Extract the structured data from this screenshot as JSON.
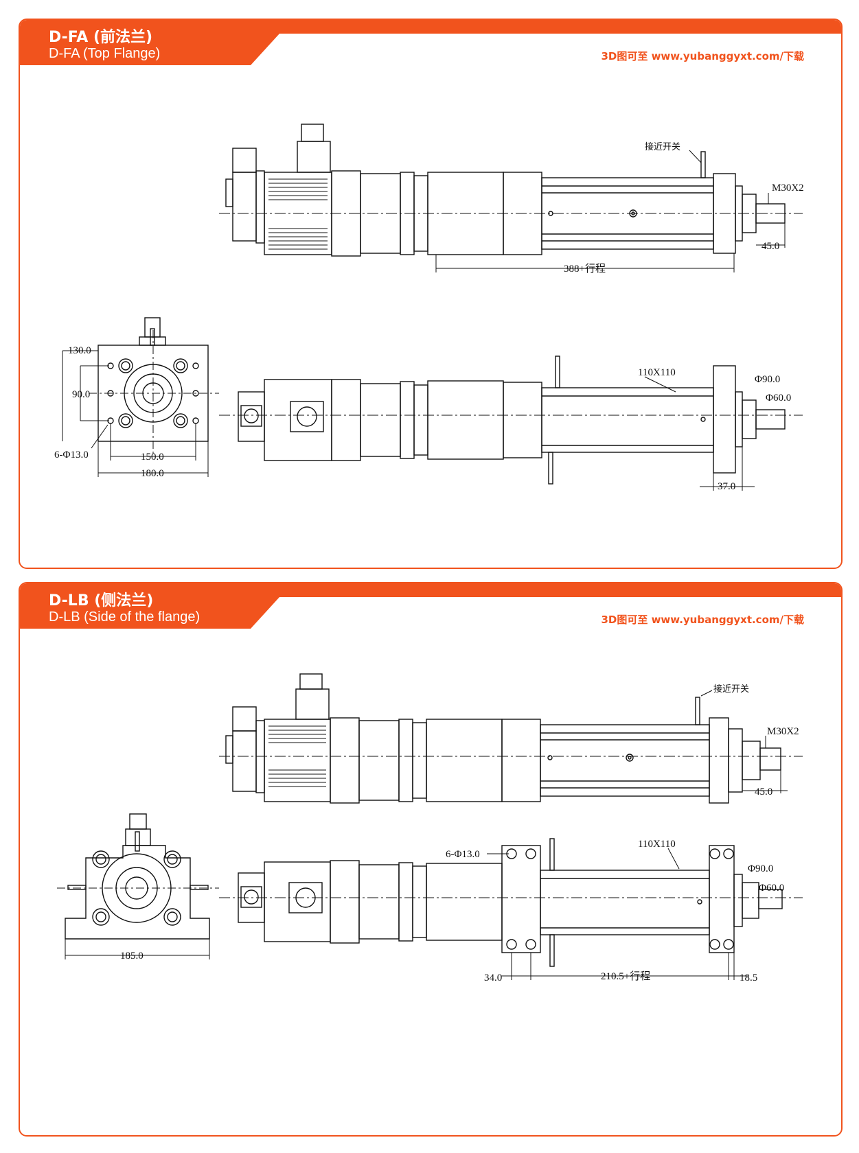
{
  "panels": [
    {
      "title_cn": "D-FA (前法兰)",
      "title_en": "D-FA (Top Flange)",
      "download": "3D图可至 www.yubanggyxt.com/下载",
      "dims": {
        "proximity_switch": "接近开关",
        "thread": "M30X2",
        "shaft_len": "45.0",
        "stroke": "388+行程",
        "w130": "130.0",
        "w90": "90.0",
        "holes": "6-Φ13.0",
        "w150": "150.0",
        "w180": "180.0",
        "profile": "110X110",
        "d90": "Φ90.0",
        "d60": "Φ60.0",
        "l37": "37.0"
      }
    },
    {
      "title_cn": "D-LB (侧法兰)",
      "title_en": "D-LB (Side of the flange)",
      "download": "3D图可至 www.yubanggyxt.com/下载",
      "dims": {
        "proximity_switch": "接近开关",
        "thread": "M30X2",
        "shaft_len": "45.0",
        "w185": "185.0",
        "holes": "6-Φ13.0",
        "profile": "110X110",
        "d90": "Φ90.0",
        "d60": "Φ60.0",
        "l34": "34.0",
        "stroke": "210.5+行程",
        "l185": "18.5"
      }
    }
  ]
}
